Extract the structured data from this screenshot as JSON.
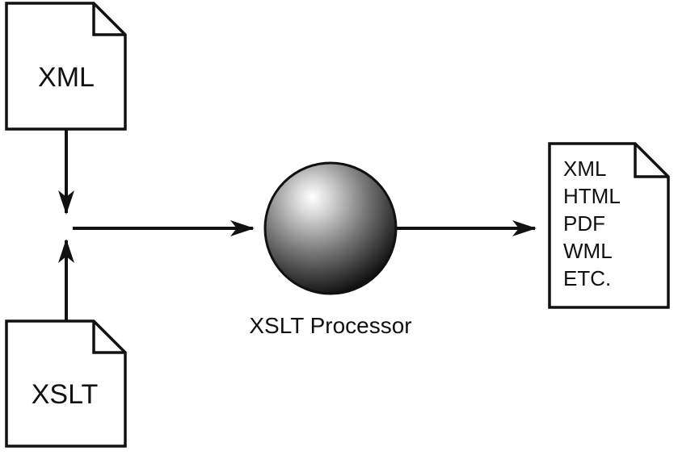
{
  "inputs": {
    "xml_label": "XML",
    "xslt_label": "XSLT"
  },
  "processor": {
    "label": "XSLT Processor"
  },
  "output": {
    "formats": [
      "XML",
      "HTML",
      "PDF",
      "WML",
      "ETC."
    ]
  },
  "colors": {
    "stroke": "#111111",
    "background": "#ffffff",
    "sphere_highlight": "#ffffff",
    "sphere_dark": "#111111"
  }
}
